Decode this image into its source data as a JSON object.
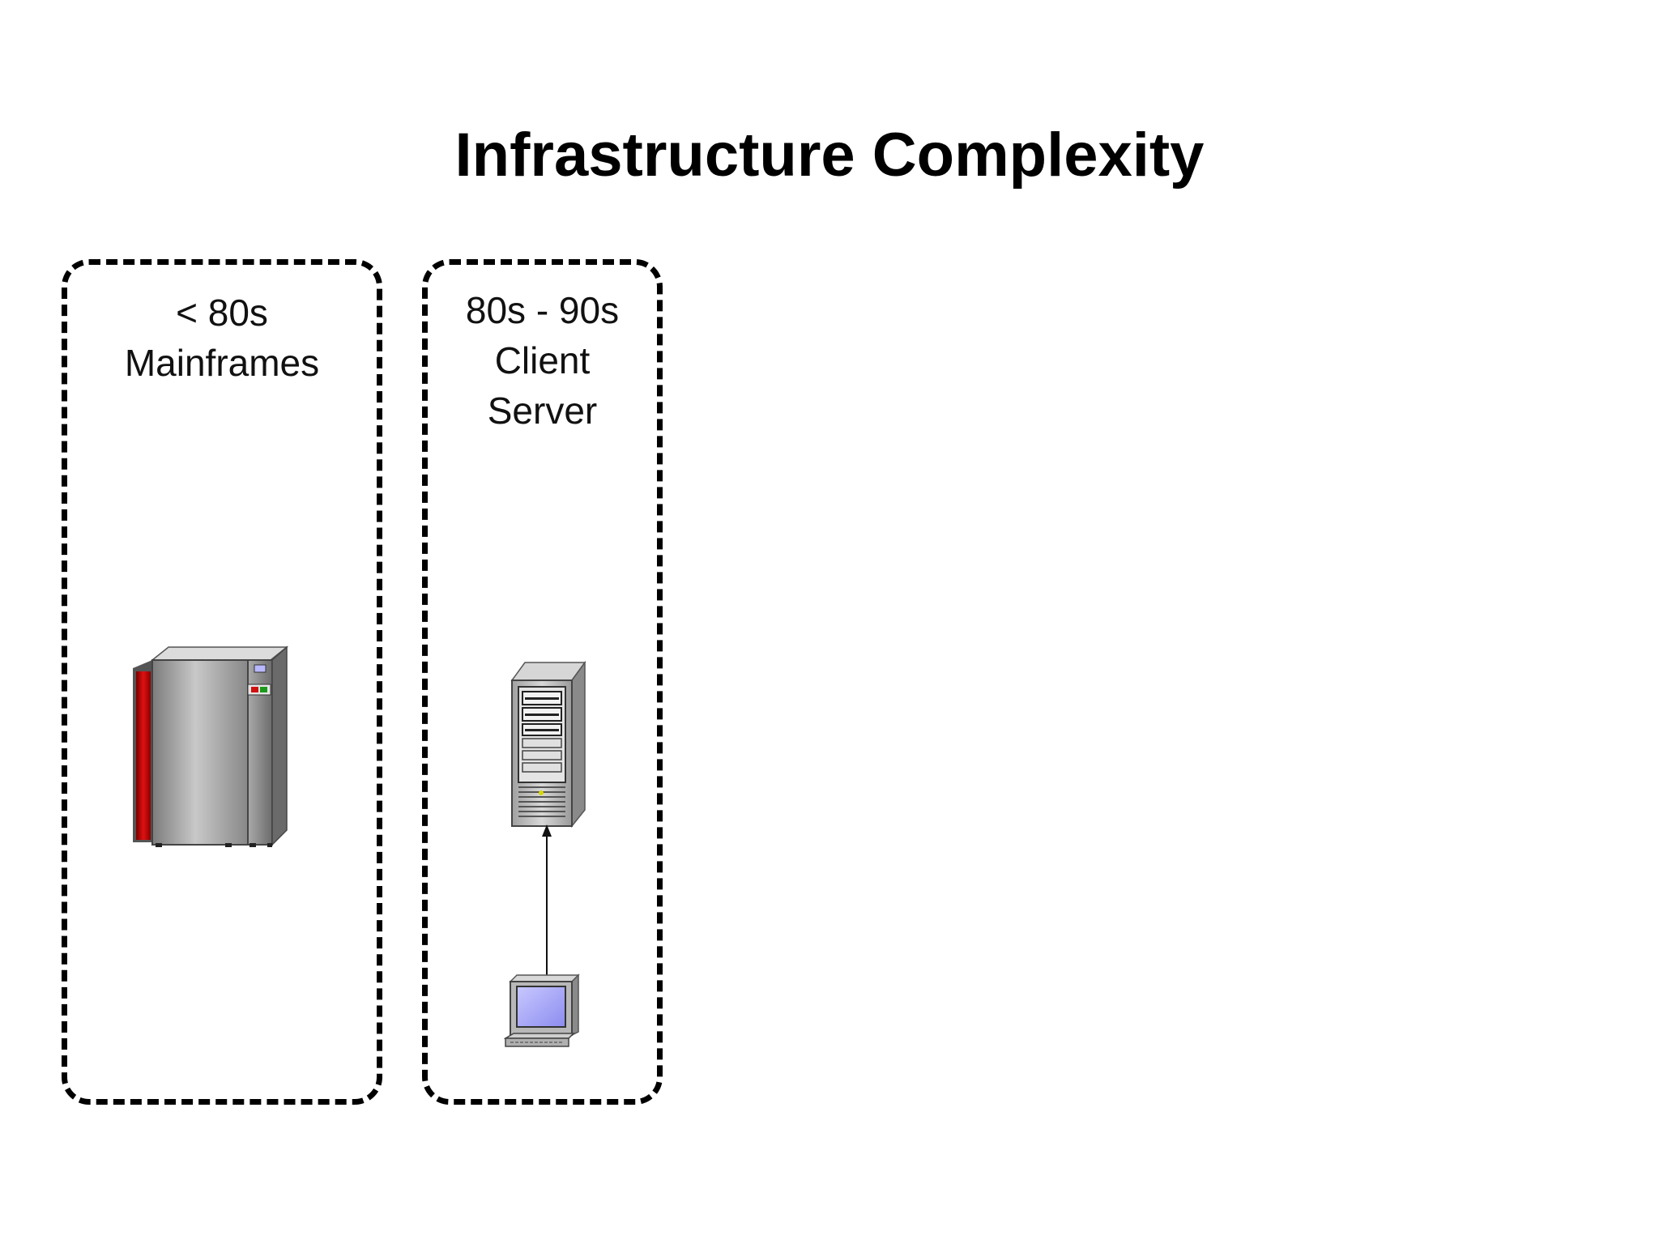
{
  "slide": {
    "title": "Infrastructure Complexity"
  },
  "eras": [
    {
      "period": "< 80s",
      "lines": [
        "Mainframes"
      ],
      "icons": [
        "mainframe-icon"
      ]
    },
    {
      "period": "80s - 90s",
      "lines": [
        "Client",
        "Server"
      ],
      "icons": [
        "server-tower-icon",
        "client-computer-icon",
        "connection-arrow"
      ]
    }
  ],
  "colors": {
    "mainframe_panel": "#c40000",
    "cabinet_gray": "#9a9a9a",
    "screen": "#a8a8f0",
    "border": "#000000"
  }
}
